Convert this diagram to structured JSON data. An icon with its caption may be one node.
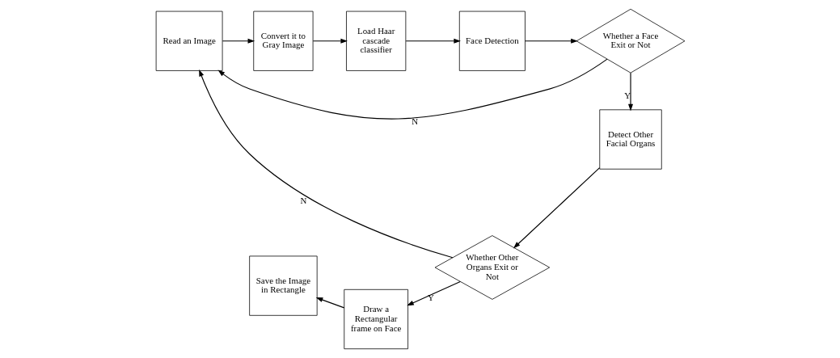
{
  "diagram": {
    "nodes": [
      {
        "text": [
          "Read an Image"
        ]
      },
      {
        "text": [
          "Convert it to Gray Image"
        ]
      },
      {
        "text": [
          "Load Haar cascade classifier"
        ]
      },
      {
        "text": [
          "Face Detection"
        ]
      },
      {
        "text": [
          "Whether a Face Exit or Not"
        ]
      },
      {
        "text": [
          "Detect Other Facial Organs"
        ]
      },
      {
        "text": [
          "Whether Other Organs Exit or Not"
        ]
      },
      {
        "text": [
          "Draw a Rectangular frame on Face"
        ]
      },
      {
        "text": [
          "Save the Image in Rectangle"
        ]
      }
    ],
    "edges": [
      {
        "from": 0,
        "to": 1,
        "arrow": "to"
      },
      {
        "from": 1,
        "to": 2,
        "arrow": "to"
      },
      {
        "from": 2,
        "to": 3,
        "arrow": "to"
      },
      {
        "from": 3,
        "to": 4,
        "arrow": "to"
      },
      {
        "from": 4,
        "to": 0,
        "arrow": "to",
        "label": "N"
      },
      {
        "from": 4,
        "to": 5,
        "arrow": "to",
        "label": "Y"
      },
      {
        "from": 5,
        "to": 6,
        "arrow": "to"
      },
      {
        "from": 6,
        "to": 7,
        "arrow": "to",
        "label": "Y"
      },
      {
        "from": 7,
        "to": 8,
        "arrow": "to"
      },
      {
        "from": 6,
        "to": 0,
        "arrow": "to",
        "label": "N"
      }
    ]
  }
}
